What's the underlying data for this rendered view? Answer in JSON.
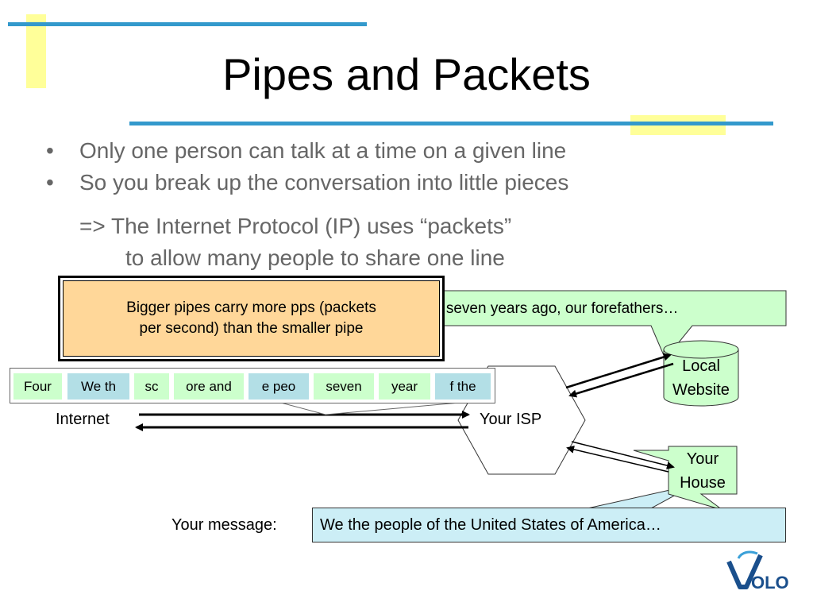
{
  "slide": {
    "title": "Pipes and Packets",
    "bullets": [
      "Only one person can talk at a time on a given line",
      "So you break up the conversation into little pieces"
    ],
    "subpoint_line1": "=> The Internet Protocol (IP) uses “packets”",
    "subpoint_line2": "to allow many people to share one line"
  },
  "diagram": {
    "bigger_pipes_line1": "Bigger pipes carry more pps (packets",
    "bigger_pipes_line2": "per second) than the smaller pipe",
    "website_message": "Four score and seven years ago, our forefathers…",
    "website_message_visible": "d seven years ago, our forefathers…",
    "packets": [
      "Four",
      "We th",
      "sc",
      "ore and",
      "e peo",
      "seven",
      "year",
      "f the"
    ],
    "internet_label": "Internet",
    "isp_label": "Your ISP",
    "local_website_line1": "Local",
    "local_website_line2": "Website",
    "house_line1": "Your",
    "house_line2": "House",
    "your_message_label": "Your message:",
    "your_message_text": "We the people of the United States of America…"
  },
  "logo": {
    "text": "VOLO"
  },
  "colors": {
    "accent_blue": "#3399cc",
    "accent_yellow": "#ffff99",
    "callout_green": "#ccffcc",
    "callout_blue": "#cceef6",
    "callout_orange": "#ffd799",
    "body_text_gray": "#666666"
  }
}
